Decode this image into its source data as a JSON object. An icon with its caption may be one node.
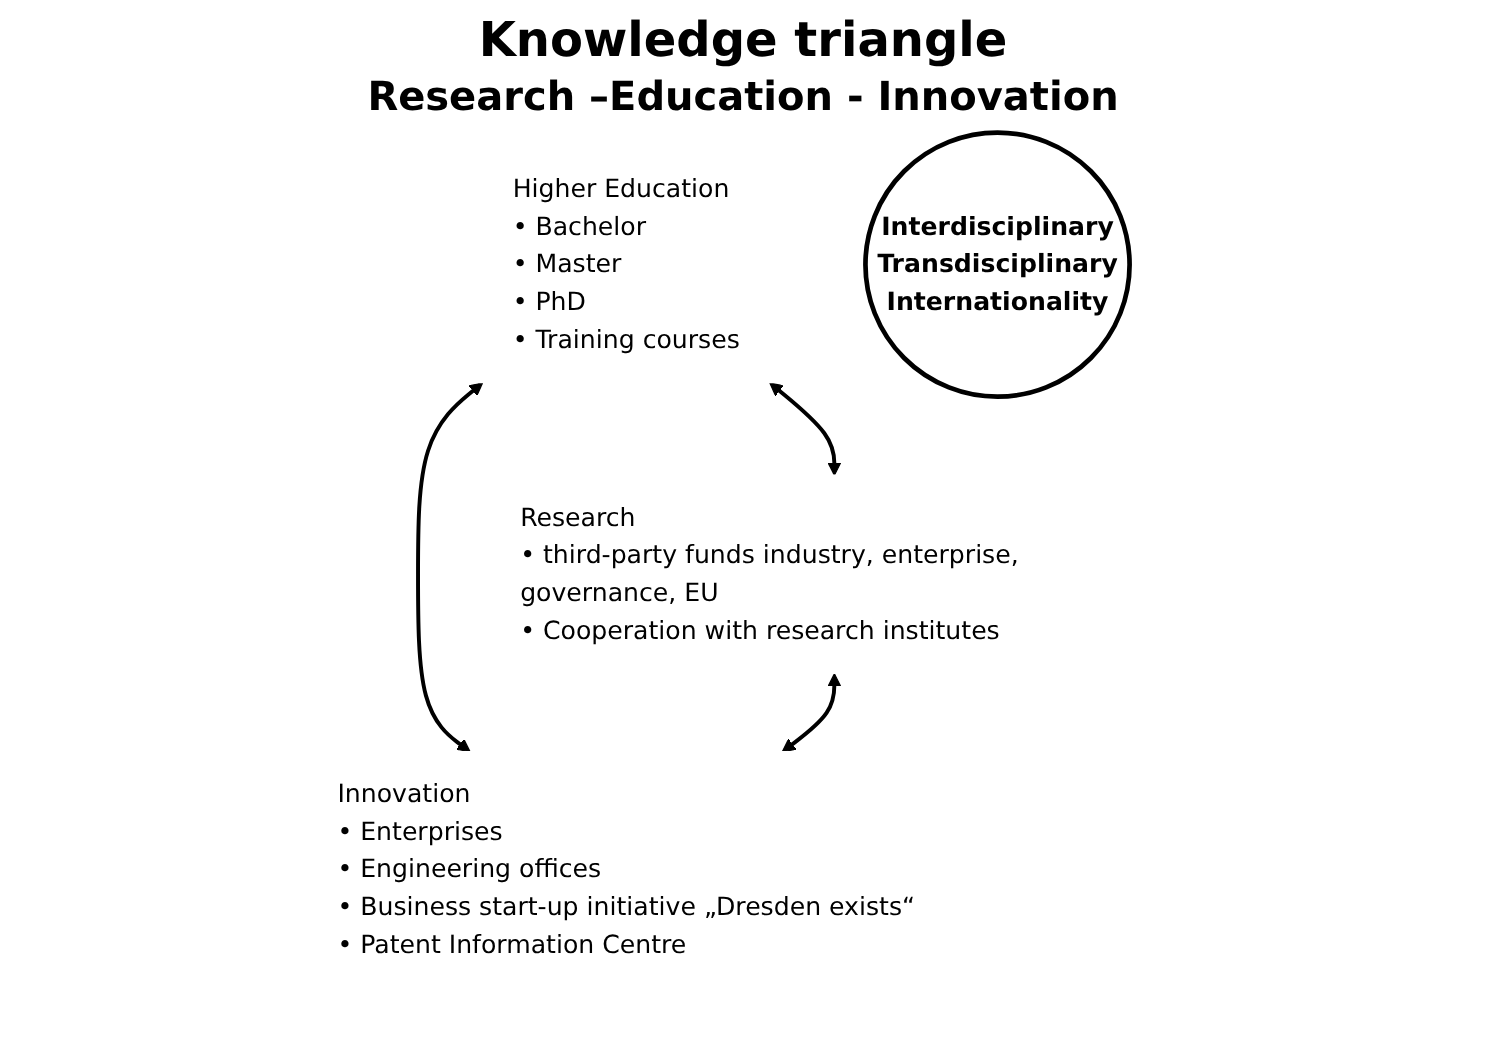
{
  "diagram": {
    "title": "Knowledge triangle",
    "nodes": [
      {
        "text": [
          "Higher Education",
          "• Bachelor",
          "• Master",
          "• PhD",
          "• Training courses"
        ]
      },
      {
        "text": [
          "Research",
          "• third-party funds industry, enterprise, governance, EU",
          "• Cooperation with research institutes"
        ]
      },
      {
        "text": [
          "Innovation",
          "• Enterprises",
          "• Engineering offices",
          "• Business start-up initiative „Dresden exists“",
          "• Patent Information Centre"
        ]
      },
      {
        "text": [
          "Interdisciplinary",
          "Transdisciplinary",
          "Internationality"
        ]
      }
    ],
    "edges": [
      {
        "from": 0,
        "to": 1,
        "arrow": "both"
      },
      {
        "from": 0,
        "to": 2,
        "arrow": "both"
      },
      {
        "from": 1,
        "to": 2,
        "arrow": "both"
      }
    ],
    "labels": [
      "Research –Education - Innovation"
    ]
  }
}
